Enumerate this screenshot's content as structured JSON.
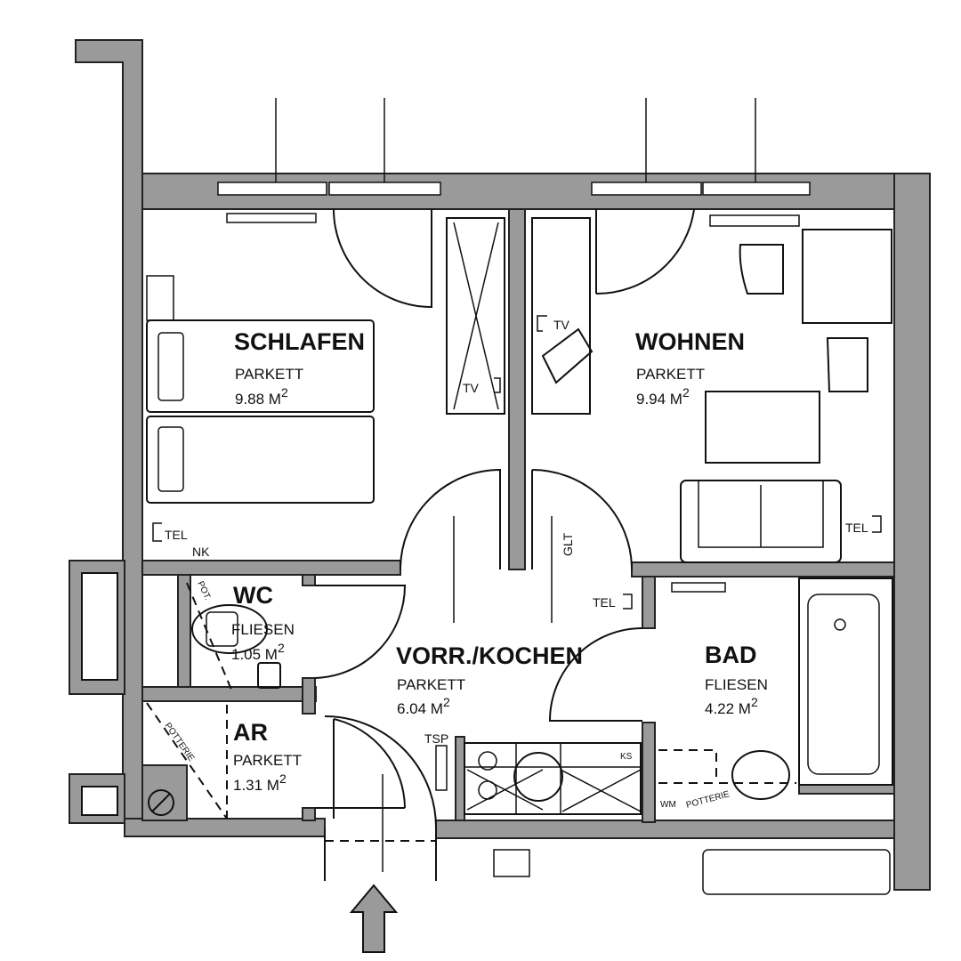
{
  "rooms": {
    "schlafen": {
      "name": "SCHLAFEN",
      "floor": "PARKETT",
      "area": "9.88 M",
      "unit_exp": "2"
    },
    "wohnen": {
      "name": "WOHNEN",
      "floor": "PARKETT",
      "area": "9.94 M",
      "unit_exp": "2"
    },
    "wc": {
      "name": "WC",
      "floor": "FLIESEN",
      "area": "1.05 M",
      "unit_exp": "2"
    },
    "ar": {
      "name": "AR",
      "floor": "PARKETT",
      "area": "1.31 M",
      "unit_exp": "2"
    },
    "vorr_kochen": {
      "name": "VORR./KOCHEN",
      "floor": "PARKETT",
      "area": "6.04 M",
      "unit_exp": "2"
    },
    "bad": {
      "name": "BAD",
      "floor": "FLIESEN",
      "area": "4.22 M",
      "unit_exp": "2"
    }
  },
  "annotations": {
    "tv": "TV",
    "tel": "TEL",
    "nk": "NK",
    "pot": "POT.",
    "potterie": "POTTERIE",
    "glt": "GLT",
    "tsp": "TSP",
    "ks": "KS",
    "wm": "WM"
  },
  "colors": {
    "wall": "#9a9a9a",
    "line": "#111111"
  }
}
